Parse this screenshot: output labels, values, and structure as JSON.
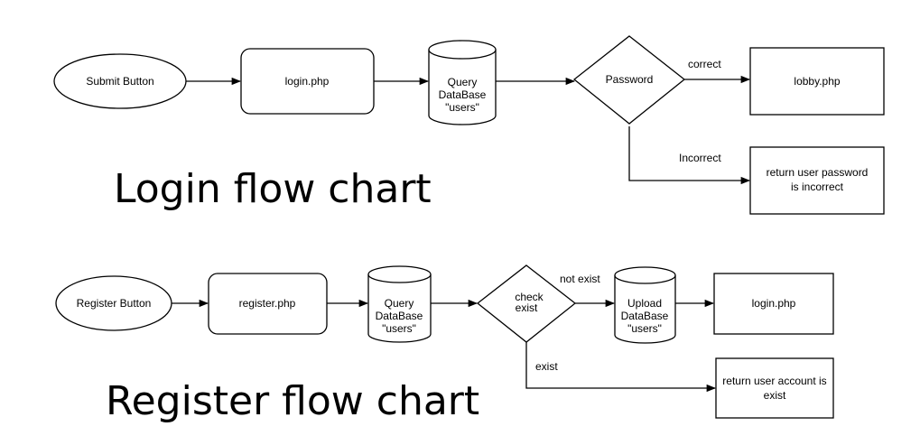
{
  "login": {
    "title": "Login flow chart",
    "submit_button": "Submit Button",
    "login_php": "login.php",
    "query_db": [
      "Query",
      "DataBase",
      "\"users\""
    ],
    "password": "Password",
    "correct": "correct",
    "lobby_php": "lobby.php",
    "incorrect": "Incorrect",
    "return_msg": [
      "return user password",
      "is incorrect"
    ]
  },
  "register": {
    "title": "Register flow chart",
    "register_button": "Register Button",
    "register_php": "register.php",
    "query_db": [
      "Query",
      "DataBase",
      "\"users\""
    ],
    "check": [
      "check",
      "exist"
    ],
    "not_exist": "not exist",
    "upload_db": [
      "Upload",
      "DataBase",
      "\"users\""
    ],
    "login_php": "login.php",
    "exist": "exist",
    "return_msg": [
      "return user account is",
      "exist"
    ]
  }
}
